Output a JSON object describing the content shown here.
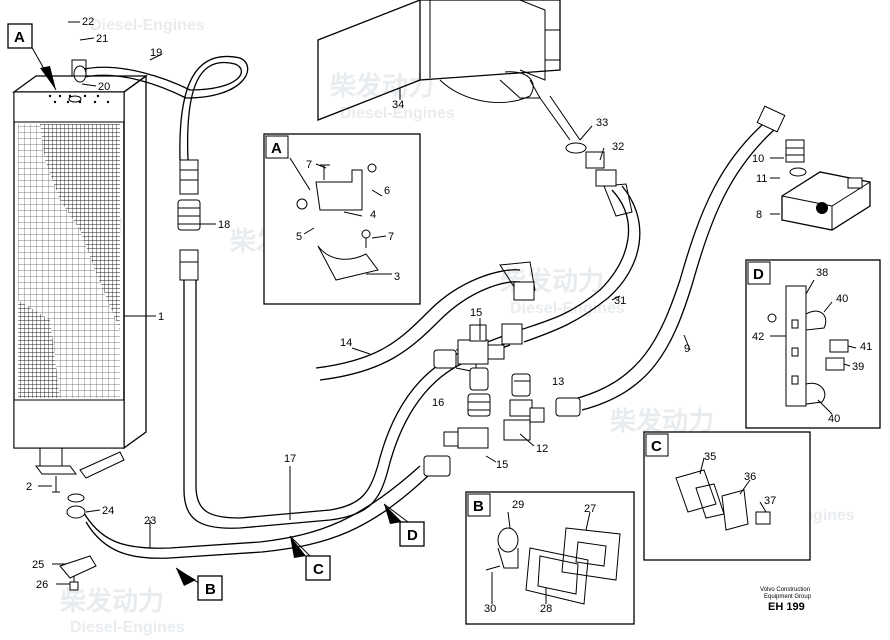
{
  "callouts": {
    "n1": "1",
    "n2": "2",
    "n3": "3",
    "n4": "4",
    "n5": "5",
    "n6": "6",
    "n7a": "7",
    "n7b": "7",
    "n8": "8",
    "n9": "9",
    "n10": "10",
    "n11": "11",
    "n12": "12",
    "n13": "13",
    "n14": "14",
    "n15a": "15",
    "n15b": "15",
    "n16": "16",
    "n17": "17",
    "n18": "18",
    "n19": "19",
    "n20": "20",
    "n21": "21",
    "n22": "22",
    "n23": "23",
    "n24": "24",
    "n25": "25",
    "n26": "26",
    "n27": "27",
    "n28": "28",
    "n29": "29",
    "n30": "30",
    "n31": "31",
    "n32": "32",
    "n33": "33",
    "n34": "34",
    "n35": "35",
    "n36": "36",
    "n37": "37",
    "n38": "38",
    "n39": "39",
    "n40a": "40",
    "n40b": "40",
    "n41": "41",
    "n42": "42"
  },
  "views": {
    "a_main": "A",
    "a_detail": "A",
    "b_main": "B",
    "b_detail": "B",
    "c_main": "C",
    "c_detail": "C",
    "d_main": "D",
    "d_detail": "D"
  },
  "footer": {
    "caption_line1": "Volvo Construction",
    "caption_line2": "Equipment Group",
    "drawing_code": "EH 199"
  },
  "watermark": {
    "chinese": "柴发动力",
    "latin": "Diesel-Engines"
  }
}
